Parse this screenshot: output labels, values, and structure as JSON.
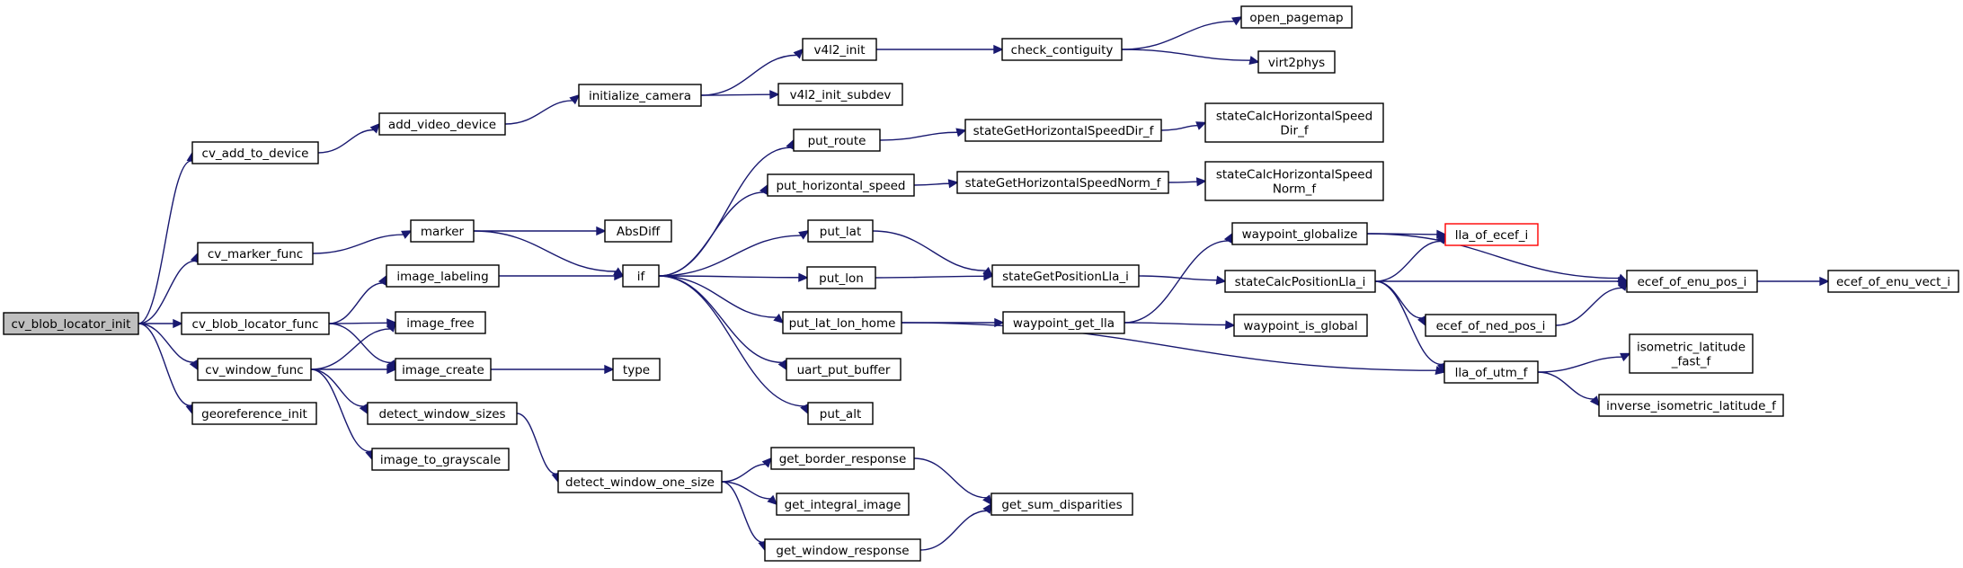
{
  "graph": {
    "nodes": [
      {
        "id": "cv_blob_locator_init",
        "lines": [
          "cv_blob_locator_init"
        ],
        "style": "root"
      },
      {
        "id": "cv_add_to_device",
        "lines": [
          "cv_add_to_device"
        ]
      },
      {
        "id": "cv_marker_func",
        "lines": [
          "cv_marker_func"
        ]
      },
      {
        "id": "cv_blob_locator_func",
        "lines": [
          "cv_blob_locator_func"
        ]
      },
      {
        "id": "cv_window_func",
        "lines": [
          "cv_window_func"
        ]
      },
      {
        "id": "georeference_init",
        "lines": [
          "georeference_init"
        ]
      },
      {
        "id": "add_video_device",
        "lines": [
          "add_video_device"
        ]
      },
      {
        "id": "initialize_camera",
        "lines": [
          "initialize_camera"
        ]
      },
      {
        "id": "v4l2_init",
        "lines": [
          "v4l2_init"
        ]
      },
      {
        "id": "v4l2_init_subdev",
        "lines": [
          "v4l2_init_subdev"
        ]
      },
      {
        "id": "check_contiguity",
        "lines": [
          "check_contiguity"
        ]
      },
      {
        "id": "open_pagemap",
        "lines": [
          "open_pagemap"
        ]
      },
      {
        "id": "virt2phys",
        "lines": [
          "virt2phys"
        ]
      },
      {
        "id": "marker",
        "lines": [
          "marker"
        ]
      },
      {
        "id": "AbsDiff",
        "lines": [
          "AbsDiff"
        ]
      },
      {
        "id": "image_labeling",
        "lines": [
          "image_labeling"
        ]
      },
      {
        "id": "image_free",
        "lines": [
          "image_free"
        ]
      },
      {
        "id": "image_create",
        "lines": [
          "image_create"
        ]
      },
      {
        "id": "type",
        "lines": [
          "type"
        ]
      },
      {
        "id": "detect_window_sizes",
        "lines": [
          "detect_window_sizes"
        ]
      },
      {
        "id": "image_to_grayscale",
        "lines": [
          "image_to_grayscale"
        ]
      },
      {
        "id": "detect_window_one_size",
        "lines": [
          "detect_window_one_size"
        ]
      },
      {
        "id": "get_border_response",
        "lines": [
          "get_border_response"
        ]
      },
      {
        "id": "get_integral_image",
        "lines": [
          "get_integral_image"
        ]
      },
      {
        "id": "get_window_response",
        "lines": [
          "get_window_response"
        ]
      },
      {
        "id": "get_sum_disparities",
        "lines": [
          "get_sum_disparities"
        ]
      },
      {
        "id": "if",
        "lines": [
          "if"
        ]
      },
      {
        "id": "put_route",
        "lines": [
          "put_route"
        ]
      },
      {
        "id": "put_horizontal_speed",
        "lines": [
          "put_horizontal_speed"
        ]
      },
      {
        "id": "put_lat",
        "lines": [
          "put_lat"
        ]
      },
      {
        "id": "put_lon",
        "lines": [
          "put_lon"
        ]
      },
      {
        "id": "put_lat_lon_home",
        "lines": [
          "put_lat_lon_home"
        ]
      },
      {
        "id": "uart_put_buffer",
        "lines": [
          "uart_put_buffer"
        ]
      },
      {
        "id": "put_alt",
        "lines": [
          "put_alt"
        ]
      },
      {
        "id": "stateGetHorizontalSpeedDir_f",
        "lines": [
          "stateGetHorizontalSpeedDir_f"
        ]
      },
      {
        "id": "stateCalcHorizontalSpeedDir_f",
        "lines": [
          "stateCalcHorizontalSpeed",
          "Dir_f"
        ]
      },
      {
        "id": "stateGetHorizontalSpeedNorm_f",
        "lines": [
          "stateGetHorizontalSpeedNorm_f"
        ]
      },
      {
        "id": "stateCalcHorizontalSpeedNorm_f",
        "lines": [
          "stateCalcHorizontalSpeed",
          "Norm_f"
        ]
      },
      {
        "id": "stateGetPositionLla_i",
        "lines": [
          "stateGetPositionLla_i"
        ]
      },
      {
        "id": "waypoint_get_lla",
        "lines": [
          "waypoint_get_lla"
        ]
      },
      {
        "id": "waypoint_globalize",
        "lines": [
          "waypoint_globalize"
        ]
      },
      {
        "id": "stateCalcPositionLla_i",
        "lines": [
          "stateCalcPositionLla_i"
        ]
      },
      {
        "id": "waypoint_is_global",
        "lines": [
          "waypoint_is_global"
        ]
      },
      {
        "id": "lla_of_ecef_i",
        "lines": [
          "lla_of_ecef_i"
        ],
        "style": "red"
      },
      {
        "id": "ecef_of_ned_pos_i",
        "lines": [
          "ecef_of_ned_pos_i"
        ]
      },
      {
        "id": "lla_of_utm_f",
        "lines": [
          "lla_of_utm_f"
        ]
      },
      {
        "id": "ecef_of_enu_pos_i",
        "lines": [
          "ecef_of_enu_pos_i"
        ]
      },
      {
        "id": "ecef_of_enu_vect_i",
        "lines": [
          "ecef_of_enu_vect_i"
        ]
      },
      {
        "id": "isometric_latitude_fast_f",
        "lines": [
          "isometric_latitude",
          "_fast_f"
        ]
      },
      {
        "id": "inverse_isometric_latitude_f",
        "lines": [
          "inverse_isometric_latitude_f"
        ]
      }
    ],
    "edges": [
      [
        "cv_blob_locator_init",
        "cv_add_to_device"
      ],
      [
        "cv_blob_locator_init",
        "cv_marker_func"
      ],
      [
        "cv_blob_locator_init",
        "cv_blob_locator_func"
      ],
      [
        "cv_blob_locator_init",
        "cv_window_func"
      ],
      [
        "cv_blob_locator_init",
        "georeference_init"
      ],
      [
        "cv_add_to_device",
        "add_video_device"
      ],
      [
        "add_video_device",
        "initialize_camera"
      ],
      [
        "initialize_camera",
        "v4l2_init"
      ],
      [
        "initialize_camera",
        "v4l2_init_subdev"
      ],
      [
        "v4l2_init",
        "check_contiguity"
      ],
      [
        "check_contiguity",
        "open_pagemap"
      ],
      [
        "check_contiguity",
        "virt2phys"
      ],
      [
        "cv_marker_func",
        "marker"
      ],
      [
        "marker",
        "AbsDiff"
      ],
      [
        "marker",
        "if"
      ],
      [
        "cv_blob_locator_func",
        "image_labeling"
      ],
      [
        "cv_blob_locator_func",
        "image_free"
      ],
      [
        "cv_blob_locator_func",
        "image_create"
      ],
      [
        "cv_window_func",
        "image_free"
      ],
      [
        "cv_window_func",
        "image_create"
      ],
      [
        "cv_window_func",
        "detect_window_sizes"
      ],
      [
        "cv_window_func",
        "image_to_grayscale"
      ],
      [
        "image_labeling",
        "if"
      ],
      [
        "image_create",
        "type"
      ],
      [
        "detect_window_sizes",
        "detect_window_one_size"
      ],
      [
        "detect_window_one_size",
        "get_border_response"
      ],
      [
        "detect_window_one_size",
        "get_integral_image"
      ],
      [
        "detect_window_one_size",
        "get_window_response"
      ],
      [
        "get_border_response",
        "get_sum_disparities"
      ],
      [
        "get_window_response",
        "get_sum_disparities"
      ],
      [
        "if",
        "put_route"
      ],
      [
        "if",
        "put_horizontal_speed"
      ],
      [
        "if",
        "put_lat"
      ],
      [
        "if",
        "put_lon"
      ],
      [
        "if",
        "put_lat_lon_home"
      ],
      [
        "if",
        "uart_put_buffer"
      ],
      [
        "if",
        "put_alt"
      ],
      [
        "put_route",
        "stateGetHorizontalSpeedDir_f"
      ],
      [
        "stateGetHorizontalSpeedDir_f",
        "stateCalcHorizontalSpeedDir_f"
      ],
      [
        "put_horizontal_speed",
        "stateGetHorizontalSpeedNorm_f"
      ],
      [
        "stateGetHorizontalSpeedNorm_f",
        "stateCalcHorizontalSpeedNorm_f"
      ],
      [
        "put_lat",
        "stateGetPositionLla_i"
      ],
      [
        "put_lon",
        "stateGetPositionLla_i"
      ],
      [
        "put_lat_lon_home",
        "waypoint_get_lla"
      ],
      [
        "put_lat_lon_home",
        "lla_of_utm_f"
      ],
      [
        "stateGetPositionLla_i",
        "stateCalcPositionLla_i"
      ],
      [
        "waypoint_get_lla",
        "waypoint_globalize"
      ],
      [
        "waypoint_get_lla",
        "waypoint_is_global"
      ],
      [
        "waypoint_globalize",
        "lla_of_ecef_i"
      ],
      [
        "waypoint_globalize",
        "ecef_of_enu_pos_i"
      ],
      [
        "stateCalcPositionLla_i",
        "lla_of_ecef_i"
      ],
      [
        "stateCalcPositionLla_i",
        "ecef_of_enu_pos_i"
      ],
      [
        "stateCalcPositionLla_i",
        "ecef_of_ned_pos_i"
      ],
      [
        "stateCalcPositionLla_i",
        "lla_of_utm_f"
      ],
      [
        "ecef_of_ned_pos_i",
        "ecef_of_enu_pos_i"
      ],
      [
        "ecef_of_enu_pos_i",
        "ecef_of_enu_vect_i"
      ],
      [
        "lla_of_utm_f",
        "isometric_latitude_fast_f"
      ],
      [
        "lla_of_utm_f",
        "inverse_isometric_latitude_f"
      ]
    ],
    "colors": {
      "edge": "#191970",
      "node_border": "#000000",
      "root_fill": "#bfbfbf",
      "highlight_border": "#ff0000"
    }
  }
}
